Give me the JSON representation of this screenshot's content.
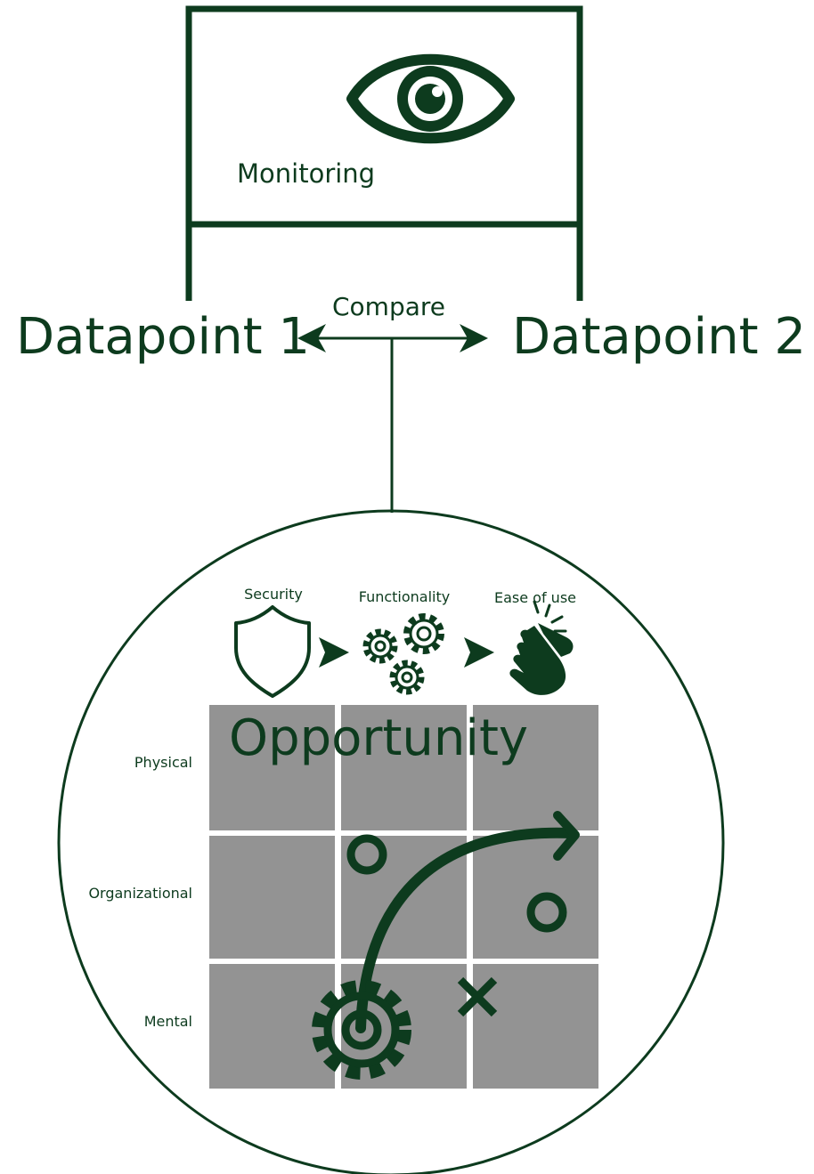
{
  "monitor": {
    "label": "Monitoring",
    "icon": "eye-icon"
  },
  "compare": {
    "label": "Compare",
    "left": "Datapoint 1",
    "right": "Datapoint 2"
  },
  "circle": {
    "steps": [
      {
        "label": "Security",
        "icon": "shield-icon"
      },
      {
        "label": "Functionality",
        "icon": "gears-icon"
      },
      {
        "label": "Ease of use",
        "icon": "hand-tap-icon"
      }
    ],
    "grid": {
      "title": "Opportunity",
      "rows": [
        "Physical",
        "Organizational",
        "Mental"
      ],
      "markers": [
        "gear-icon",
        "circle-marker",
        "circle-marker",
        "cross-marker",
        "curved-arrow"
      ]
    }
  },
  "colors": {
    "primary": "#0d3b1e",
    "cell": "#939393",
    "background": "#ffffff"
  }
}
